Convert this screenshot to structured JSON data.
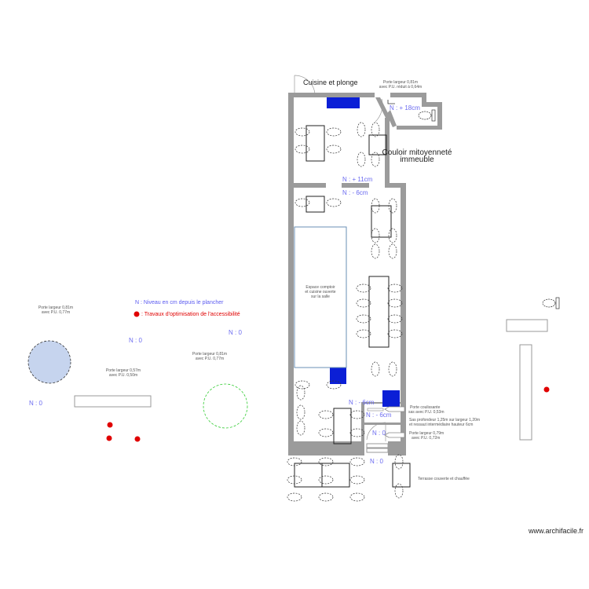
{
  "plan": {
    "kitchen_label": "Cuisine et plonge",
    "door_kitchen": [
      "Porte largeur 0,81m",
      "avec P.U. réduit à 0,64m"
    ],
    "level_wc": "N : + 18cm",
    "corridor_label": [
      "Couloir mitoyenneté",
      "immeuble"
    ],
    "level_upper": "N : + 11cm",
    "level_main": "N : - 6cm",
    "counter_label": [
      "Espace comptoir",
      "et cuisine ouverte",
      "sur la salle"
    ],
    "level_entry": "N : - 6cm",
    "level_sas": "N : - 6cm",
    "level_door": "N : 0",
    "level_terrace": "N : 0",
    "sliding_door": [
      "Porte coulissante",
      "sas avec P.U. 0,53m"
    ],
    "sas_note": [
      "Sas profondeur 1,25m sur largeur 1,20m",
      "et ressaut intermédiaire hauteur 6cm"
    ],
    "entry_door": [
      "Porte largeur 0,79m",
      "avec P.U. 0,72m"
    ],
    "terrace_label": "Terrasse couverte et chauffée"
  },
  "legend": {
    "level_def": "N : Niveau en cm depuis le plancher",
    "works": ": Travaux d'optimisation de l'accessibilité",
    "level_color": "#5b5bf0",
    "works_color": "#e00000"
  },
  "loose": {
    "door_a": [
      "Porte largeur 0,81m",
      "avec P.U. 0,77m"
    ],
    "level_a": "N : 0",
    "level_b": "N : 0",
    "door_b": [
      "Porte largeur 0,81m",
      "avec P.U. 0,77m"
    ],
    "door_c": [
      "Porte largeur 0,57m",
      "avec P.U. 0,50m"
    ],
    "level_c": "N : 0"
  },
  "colors": {
    "wall": "#9b9b9b",
    "equipment": "#0b1fd6",
    "counter_outline": "#6a8fb5",
    "turning_circle": "#c6d4ee",
    "green_circle": "#33cc33"
  },
  "watermark": "www.archifacile.fr"
}
